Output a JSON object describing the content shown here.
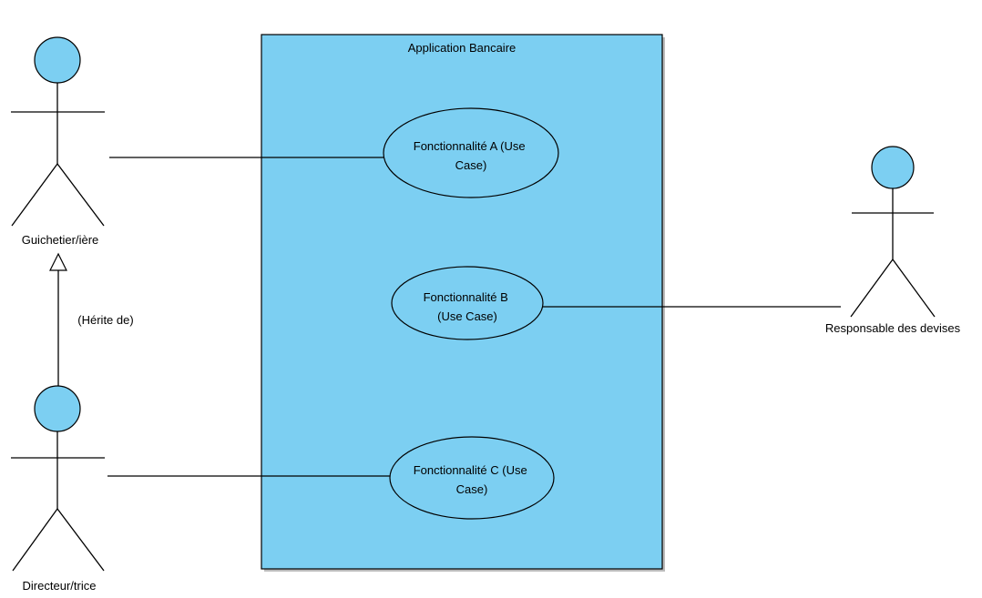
{
  "system": {
    "label": "Application Bancaire"
  },
  "use_cases": [
    {
      "name": "Fonctionnalité A (Use Case)",
      "lines": [
        "Fonctionnalité A (Use",
        "Case)"
      ]
    },
    {
      "name": "Fonctionnalité B (Use Case)",
      "lines": [
        "Fonctionnalité B",
        "(Use Case)"
      ]
    },
    {
      "name": "Fonctionnalité C (Use Case)",
      "lines": [
        "Fonctionnalité C (Use",
        "Case)"
      ]
    }
  ],
  "actors": [
    {
      "name": "Guichetier/ière"
    },
    {
      "name": "Directeur/trice"
    },
    {
      "name": "Responsable des devises"
    }
  ],
  "inheritance": {
    "label": "(Hérite de)"
  },
  "colors": {
    "shape_fill": "#7CCFF2",
    "stroke": "#000000",
    "background": "#FFFFFF"
  }
}
